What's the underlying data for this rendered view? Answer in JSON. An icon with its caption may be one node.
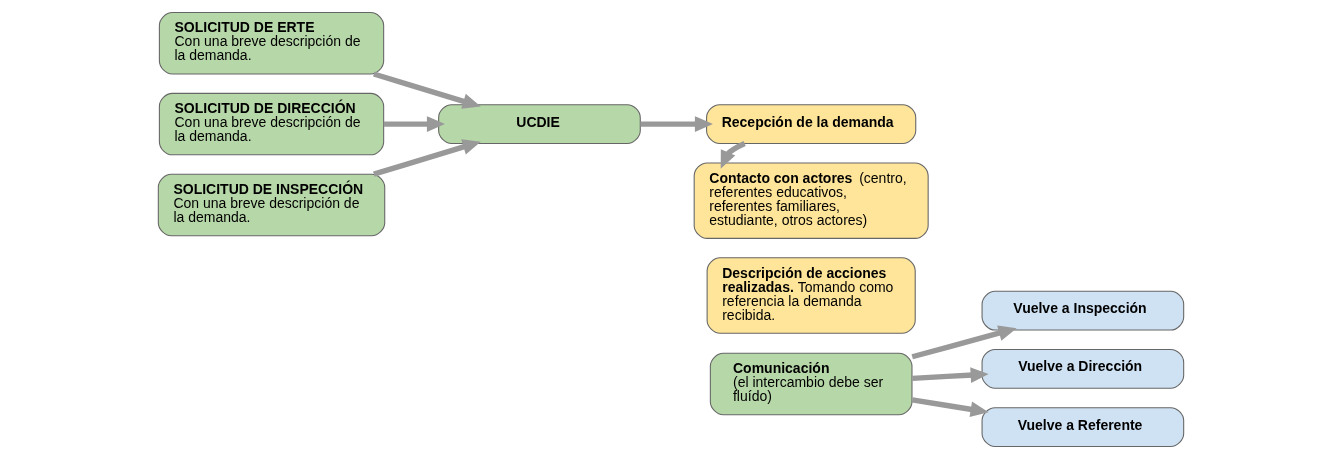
{
  "diagram": {
    "nodes": [
      {
        "text": [
          "**SOLICITUD DE ERTE**",
          "Con una breve descripción de la demanda."
        ]
      },
      {
        "text": [
          "**SOLICITUD DE DIRECCIÓN**",
          "Con una breve descripción de la demanda."
        ]
      },
      {
        "text": [
          "**SOLICITUD DE INSPECCIÓN**",
          "Con una breve descripción de la demanda."
        ]
      },
      {
        "text": [
          "**UCDIE**"
        ]
      },
      {
        "text": [
          "**Recepción de la demanda**"
        ]
      },
      {
        "text": [
          "**Contacto con actores** (centro, referentes educativos, referentes familiares, estudiante, otros actores)"
        ]
      },
      {
        "text": [
          "**Descripción de acciones realizadas.** Tomando como referencia la demanda recibida."
        ]
      },
      {
        "text": [
          "**Comunicación**",
          "(el intercambio debe ser fluído)"
        ]
      },
      {
        "text": [
          "**Vuelve a Inspección**"
        ]
      },
      {
        "text": [
          "**Vuelve a Dirección**"
        ]
      },
      {
        "text": [
          "**Vuelve a Referente**"
        ]
      }
    ],
    "edges": [
      {
        "from": 0,
        "to": 3,
        "arrow": "to"
      },
      {
        "from": 1,
        "to": 3,
        "arrow": "to"
      },
      {
        "from": 2,
        "to": 3,
        "arrow": "to"
      },
      {
        "from": 3,
        "to": 4,
        "arrow": "to"
      },
      {
        "from": 4,
        "to": 5,
        "arrow": "to"
      },
      {
        "from": 7,
        "to": 8,
        "arrow": "to"
      },
      {
        "from": 7,
        "to": 9,
        "arrow": "to"
      },
      {
        "from": 7,
        "to": 10,
        "arrow": "to"
      }
    ]
  }
}
